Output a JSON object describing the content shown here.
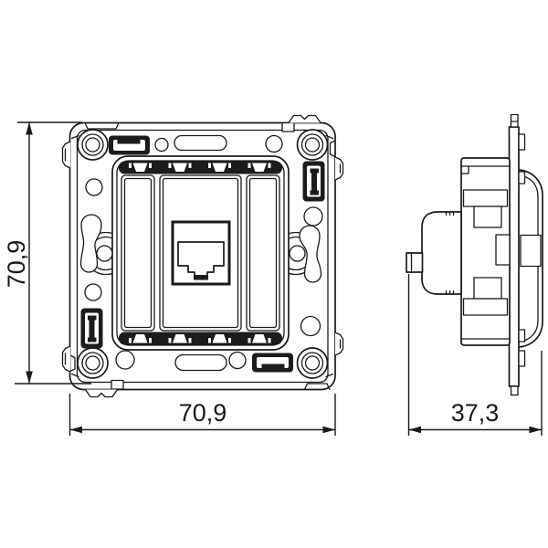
{
  "drawing": {
    "background_color": "#ffffff",
    "line_color": "#1a1a1a",
    "dimensions": {
      "front_height": "70,9",
      "front_width": "70,9",
      "side_depth": "37,3"
    }
  }
}
